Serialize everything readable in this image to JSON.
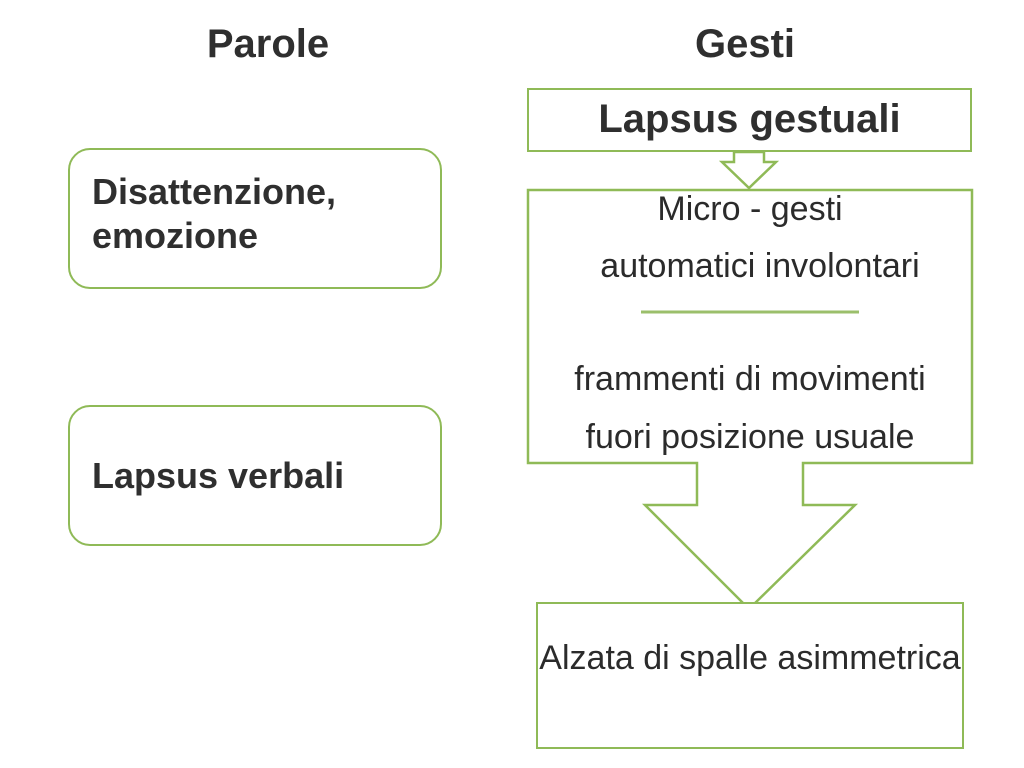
{
  "columns": {
    "left_heading": "Parole",
    "right_heading": "Gesti"
  },
  "parole": {
    "box1": "Disattenzione, emozione",
    "box2": "Lapsus verbali"
  },
  "gesti": {
    "title_box": "Lapsus gestuali",
    "middle": {
      "line1": "Micro - gesti",
      "line2": "automatici involontari",
      "line3": "frammenti di movimenti",
      "line4": "fuori posizione usuale"
    },
    "result_box": "Alzata di spalle asimmetrica"
  },
  "colors": {
    "accent_green": "#8fba57",
    "text": "#2f2f2f"
  }
}
